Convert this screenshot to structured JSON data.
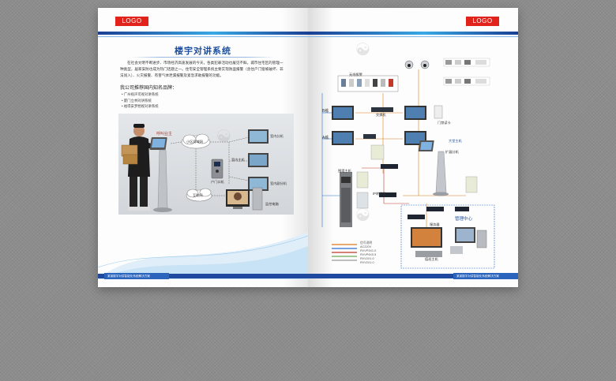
{
  "left_page": {
    "logo": "LOGO",
    "title": "楼宇对讲系统",
    "intro": "在社会文明不断进步、市场经济高速发展的今天，各类犯罪活动也屡见不鲜，城市住宅区的管理一种类型，居家安防也成为热门话题之一。住宅安全管理系统主要实现防盗报警（含住户门窗被破坏、非法闯入）、火灾报警、有害气体泄漏报警及紧急求助报警的功能。",
    "brands_heading": "我公司推荐国内知名品牌：",
    "brands": [
      "广州视声可视对讲系统",
      "厦门立林对讲系统",
      "福得安梦想视对讲系统"
    ],
    "photo_labels": {
      "caller": "呼叫业主",
      "network1": "小区局域网",
      "door": "户门口机",
      "indoor1": "室内分机",
      "indoor2": "室内主机",
      "indoor3": "室内副分机",
      "network2": "互联网",
      "monitor": "监控电脑"
    },
    "footer": "某某楼宇对讲智能化系统解决方案"
  },
  "right_page": {
    "logo": "LOGO",
    "labels": {
      "alarm_group": "无线报警",
      "b_building": "B栋",
      "a_building": "A栋",
      "switch": "交换机",
      "intercom": "门禁读卡",
      "expansion": "扩展分机",
      "lobby": "大堂主机",
      "unit_host": "围墙主机",
      "router": "IP转换器",
      "management": "管理中心",
      "cam_server": "服务器",
      "guard": "值班主机",
      "legend_title": "信号说明"
    },
    "legend": [
      "AC220V",
      "RVVP3X1.0",
      "RVVP4X0.5",
      "RVV2X1.0",
      "RVV2X1.0"
    ],
    "footer": "某某楼宇对讲智能化系统解决方案"
  }
}
